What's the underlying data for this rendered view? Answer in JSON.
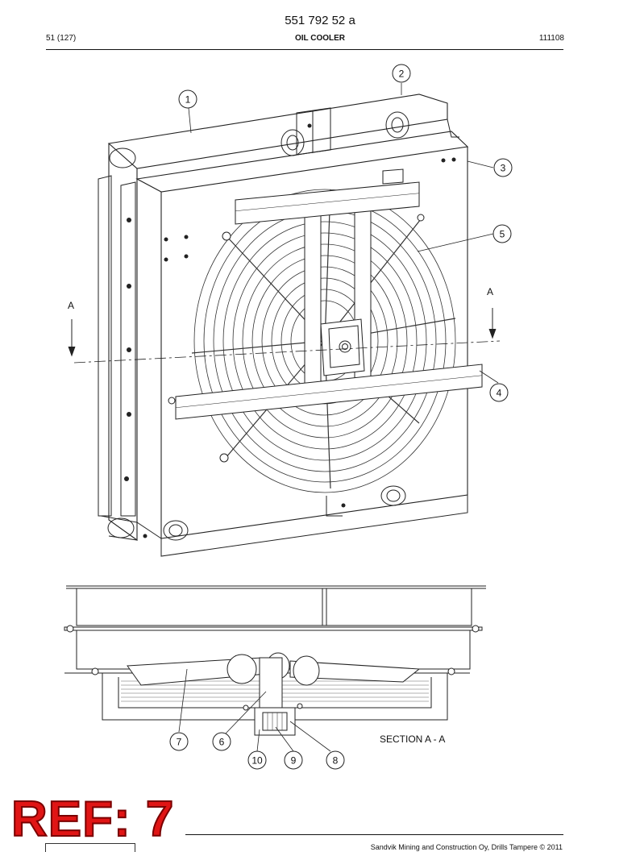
{
  "document": {
    "number": "551 792 52 a",
    "page": "51 (127)",
    "title": "OIL COOLER",
    "date": "111108"
  },
  "callouts": {
    "c1": "1",
    "c2": "2",
    "c3": "3",
    "c4": "4",
    "c5": "5",
    "c6": "6",
    "c7": "7",
    "c8": "8",
    "c9": "9",
    "c10": "10"
  },
  "section": {
    "marker_left": "A",
    "marker_right": "A",
    "label": "SECTION A - A"
  },
  "stamp": "REF: 7",
  "footer": {
    "copyright": "Sandvik Mining and Construction Oy, Drills Tampere © 2011"
  }
}
